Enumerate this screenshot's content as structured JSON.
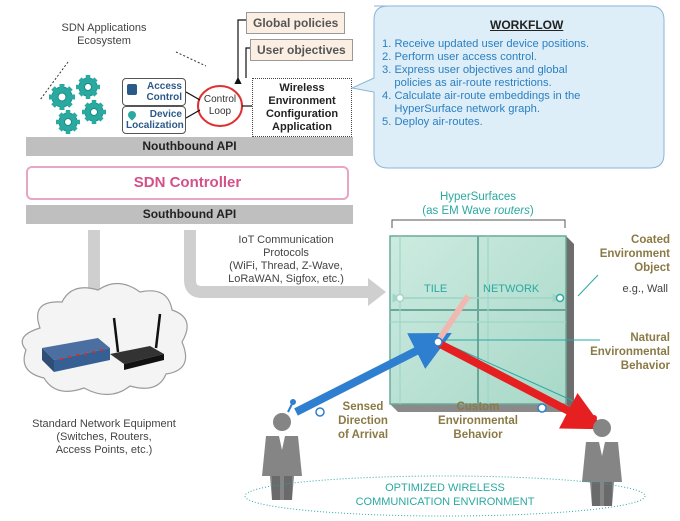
{
  "ecosystem": {
    "title_line1": "SDN Applications",
    "title_line2": "Ecosystem"
  },
  "apps": {
    "access_line1": "Access",
    "access_line2": "Control",
    "device_line1": "Device",
    "device_line2": "Localization",
    "control_loop_line1": "Control",
    "control_loop_line2": "Loop"
  },
  "policies": {
    "global": "Global policies",
    "user": "User objectives"
  },
  "wireless_app": {
    "line1": "Wireless",
    "line2": "Environment",
    "line3": "Configuration",
    "line4": "Application"
  },
  "northbound": "Nouthbound API",
  "controller": "SDN Controller",
  "southbound": "Southbound API",
  "workflow": {
    "title": "WORKFLOW",
    "steps": [
      "1. Receive updated user device positions.",
      "2. Perform user access control.",
      "3. Express user objectives and global",
      "    policies as air-route restrictions.",
      "4. Calculate air-route embeddings in the",
      "    HyperSurface network graph.",
      "5. Deploy air-routes."
    ]
  },
  "hypersurfaces": {
    "line1": "HyperSurfaces",
    "line2_prefix": "(as EM Wave ",
    "line2_italic": "routers",
    "line2_suffix": ")"
  },
  "iot": {
    "line1": "IoT Communication",
    "line2": "Protocols",
    "line3": "(WiFi, Thread, Z-Wave,",
    "line4": "LoRaWAN, Sigfox, etc.)"
  },
  "tile_label": "TILE",
  "network_label": "NETWORK",
  "coated": {
    "line1": "Coated",
    "line2": "Environment",
    "line3": "Object",
    "example": "e.g., Wall"
  },
  "natural": {
    "line1": "Natural",
    "line2": "Environmental",
    "line3": "Behavior"
  },
  "sensed": {
    "line1": "Sensed",
    "line2": "Direction",
    "line3": "of Arrival"
  },
  "custom": {
    "line1": "Custom",
    "line2": "Environmental",
    "line3": "Behavior"
  },
  "standard_equipment": {
    "line1": "Standard Network Equipment",
    "line2": "(Switches, Routers,",
    "line3": "Access Points, etc.)"
  },
  "optimized": {
    "line1": "OPTIMIZED WIRELESS",
    "line2": "COMMUNICATION ENVIRONMENT"
  },
  "colors": {
    "workflow_bg": "#ddeef8",
    "workflow_text": "#2a7fc2",
    "controller": "#d4508a",
    "teal": "#2aa9a0",
    "olive": "#8a7a45",
    "blue_route": "#2e7fd0",
    "red_route": "#e62020"
  }
}
